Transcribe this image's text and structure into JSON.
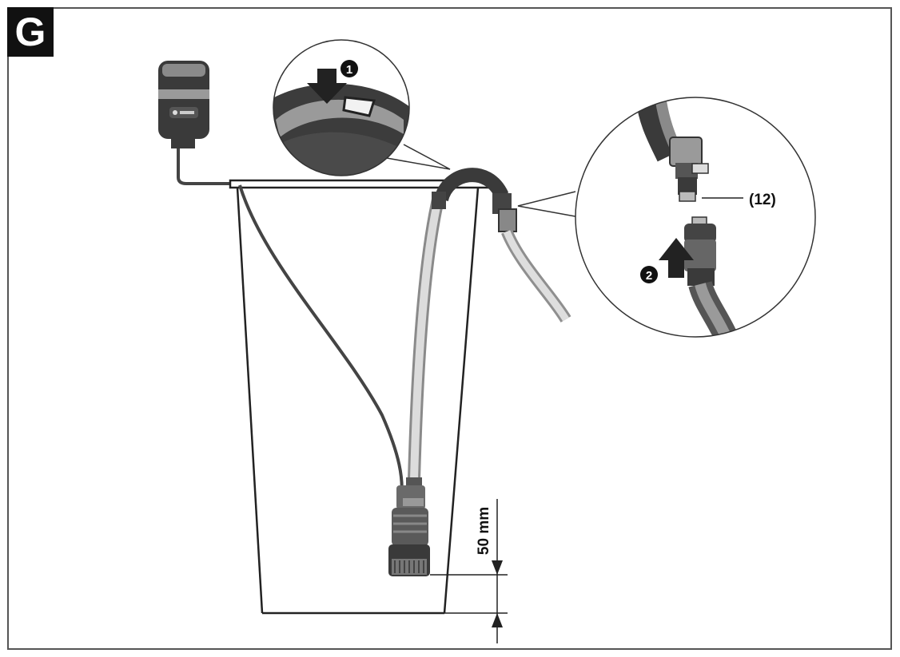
{
  "figure": {
    "letter": "G"
  },
  "callouts": {
    "step1": "1",
    "step2": "2",
    "part": "(12)"
  },
  "dimension": {
    "label": "50 mm"
  }
}
